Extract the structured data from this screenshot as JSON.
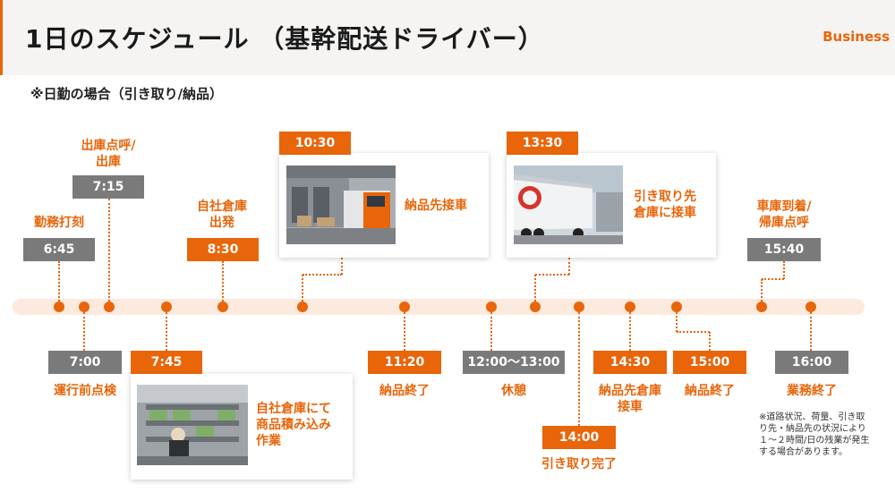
{
  "header": {
    "title": "1日のスケジュール （基幹配送ドライバー）",
    "brand": "Business"
  },
  "subtitle": "※日勤の場合（引き取り/納品）",
  "events": {
    "e0645": {
      "time": "6:45",
      "label": "勤務打刻"
    },
    "e0700": {
      "time": "7:00",
      "label": "運行前点検"
    },
    "e0715": {
      "time": "7:15",
      "label_line1": "出庫点呼/",
      "label_line2": "出庫"
    },
    "e0745": {
      "time": "7:45",
      "label_line1": "自社倉庫にて",
      "label_line2": "商品積み込み",
      "label_line3": "作業"
    },
    "e0830": {
      "time": "8:30",
      "label_line1": "自社倉庫",
      "label_line2": "出発"
    },
    "e1030": {
      "time": "10:30",
      "label": "納品先接車"
    },
    "e1120": {
      "time": "11:20",
      "label": "納品終了"
    },
    "e1200": {
      "time": "12:00～13:00",
      "label": "休憩"
    },
    "e1330": {
      "time": "13:30",
      "label_line1": "引き取り先",
      "label_line2": "倉庫に接車"
    },
    "e1400": {
      "time": "14:00",
      "label": "引き取り完了"
    },
    "e1430": {
      "time": "14:30",
      "label_line1": "納品先倉庫",
      "label_line2": "接車"
    },
    "e1500": {
      "time": "15:00",
      "label": "納品終了"
    },
    "e1540": {
      "time": "15:40",
      "label_line1": "車庫到着/",
      "label_line2": "帰庫点呼"
    },
    "e1600": {
      "time": "16:00",
      "label": "業務終了"
    }
  },
  "footnote": "※道路状況、荷量、引き取り先・納品先の状況により１～２時間/日の残業が発生する場合があります。",
  "colors": {
    "accent": "#e8650a",
    "gray_box": "#7a7a7a",
    "track": "#fbeadd"
  }
}
